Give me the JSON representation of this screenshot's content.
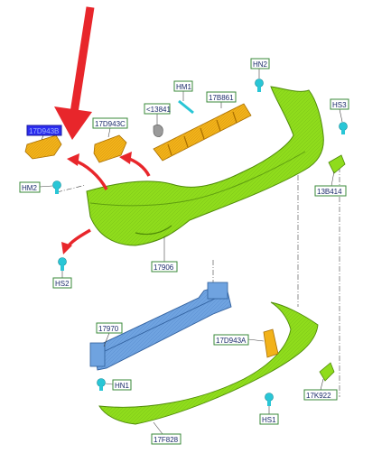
{
  "colors": {
    "bumper_green": "#8fdc1c",
    "bracket_yellow": "#f2b21a",
    "beam_blue": "#6fa3e0",
    "clip_cyan": "#29c6d6",
    "arrow_red": "#e8262b",
    "label_border": "#3a8a3a",
    "highlight_blue": "#2c2cf0"
  },
  "labels": {
    "hn2": "HN2",
    "hm1": "HM1",
    "l17b861": "17B861",
    "l13841": "<13841",
    "hs3": "HS3",
    "l17d943b": "17D943B",
    "l17d943c": "17D943C",
    "hm2": "HM2",
    "l13b414": "13B414",
    "l17906": "17906",
    "hs2": "HS2",
    "l17970": "17970",
    "l17d943a": "17D943A",
    "hn1": "HN1",
    "l17k922": "17K922",
    "hs1": "HS1",
    "l17f828": "17F828"
  }
}
